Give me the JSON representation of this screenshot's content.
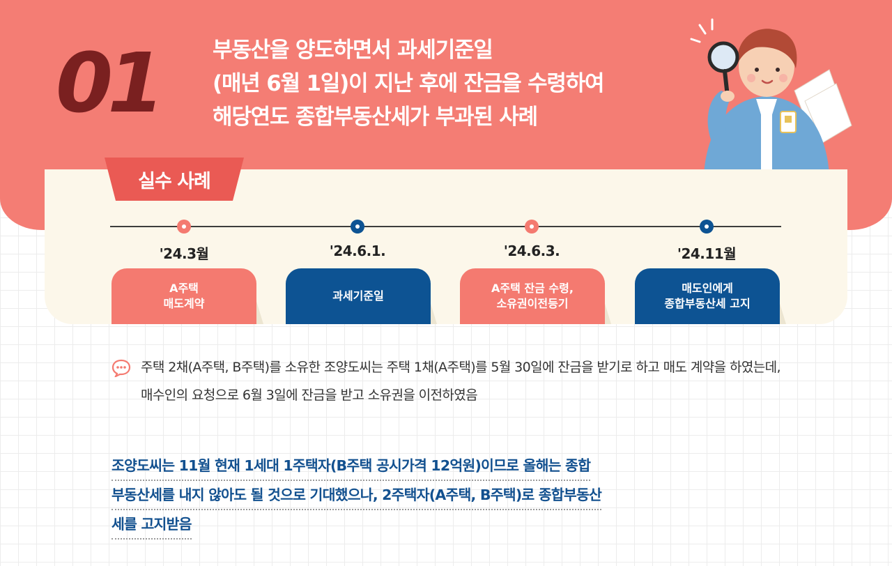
{
  "header": {
    "number": "01",
    "title_lines": [
      "부동산을 양도하면서 과세기준일",
      "(매년 6월 1일)이 지난 후에 잔금을 수령하여",
      "해당연도 종합부동산세가 부과된 사례"
    ]
  },
  "card": {
    "tab_label": "실수 사례",
    "timeline": [
      {
        "date": "'24.3월",
        "label": "A주택\n매도계약",
        "color": "#f47a70"
      },
      {
        "date": "'24.6.1.",
        "label": "과세기준일",
        "color": "#0d5393"
      },
      {
        "date": "'24.6.3.",
        "label": "A주택 잔금 수령,\n소유권이전등기",
        "color": "#f47a70"
      },
      {
        "date": "'24.11월",
        "label": "매도인에게\n종합부동산세 고지",
        "color": "#0d5393"
      }
    ]
  },
  "body": {
    "paragraph": "주택 2채(A주택, B주택)를 소유한 조양도씨는 주택 1채(A주택)를 5월 30일에 잔금을 받기로 하고 매도 계약을 하였는데, 매수인의 요청으로 6월 3일에 잔금을 받고 소유권을 이전하였음",
    "highlight_lines": [
      "조양도씨는 11월 현재 1세대 1주택자(B주택 공시가격 12억원)이므로 올해는 종합",
      "부동산세를 내지 않아도 될 것으로 기대했으나, 2주택자(A주택, B주택)로 종합부동산",
      "세를 고지받음"
    ]
  },
  "icons": {
    "speech": "speech-bubble-icon",
    "character": "magnifier-person-illustration"
  },
  "colors": {
    "header_bg": "#f47d74",
    "number": "#7a2020",
    "tab": "#ea5a54",
    "coral": "#f47a70",
    "navy": "#0d5393",
    "highlight_text": "#12508f"
  }
}
